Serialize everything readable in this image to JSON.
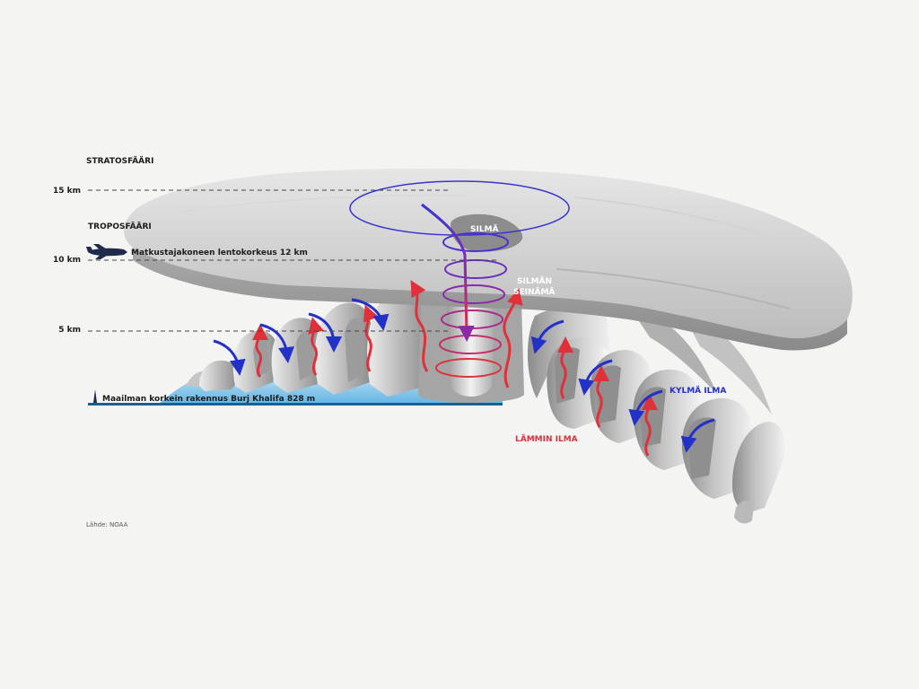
{
  "layers": {
    "stratosphere": "STRATOSFÄÄRI",
    "troposphere": "TROPOSFÄÄRI"
  },
  "altitudes": {
    "km15": "15 km",
    "km10": "10 km",
    "km5": "5 km"
  },
  "references": {
    "airliner": "Matkustajakoneen lentokorkeus 12 km",
    "building": "Maailman korkein rakennus Burj Khalifa 828 m"
  },
  "structure": {
    "eye": "SILMÄ",
    "eyewall_line1": "SILMÄN",
    "eyewall_line2": "SEINÄMÄ"
  },
  "air": {
    "warm": "LÄMMIN ILMA",
    "cold": "KYLMÄ ILMA"
  },
  "source": "Lähde: NOAA",
  "colors": {
    "warm_air": "#e0303a",
    "cold_air": "#2331c8",
    "spiral_top": "#3a35d0",
    "spiral_bottom": "#e0303a",
    "ocean": "#7cc4ea",
    "cloud": "#c9c9c9"
  },
  "icons": [
    "airplane-icon",
    "tower-icon"
  ]
}
